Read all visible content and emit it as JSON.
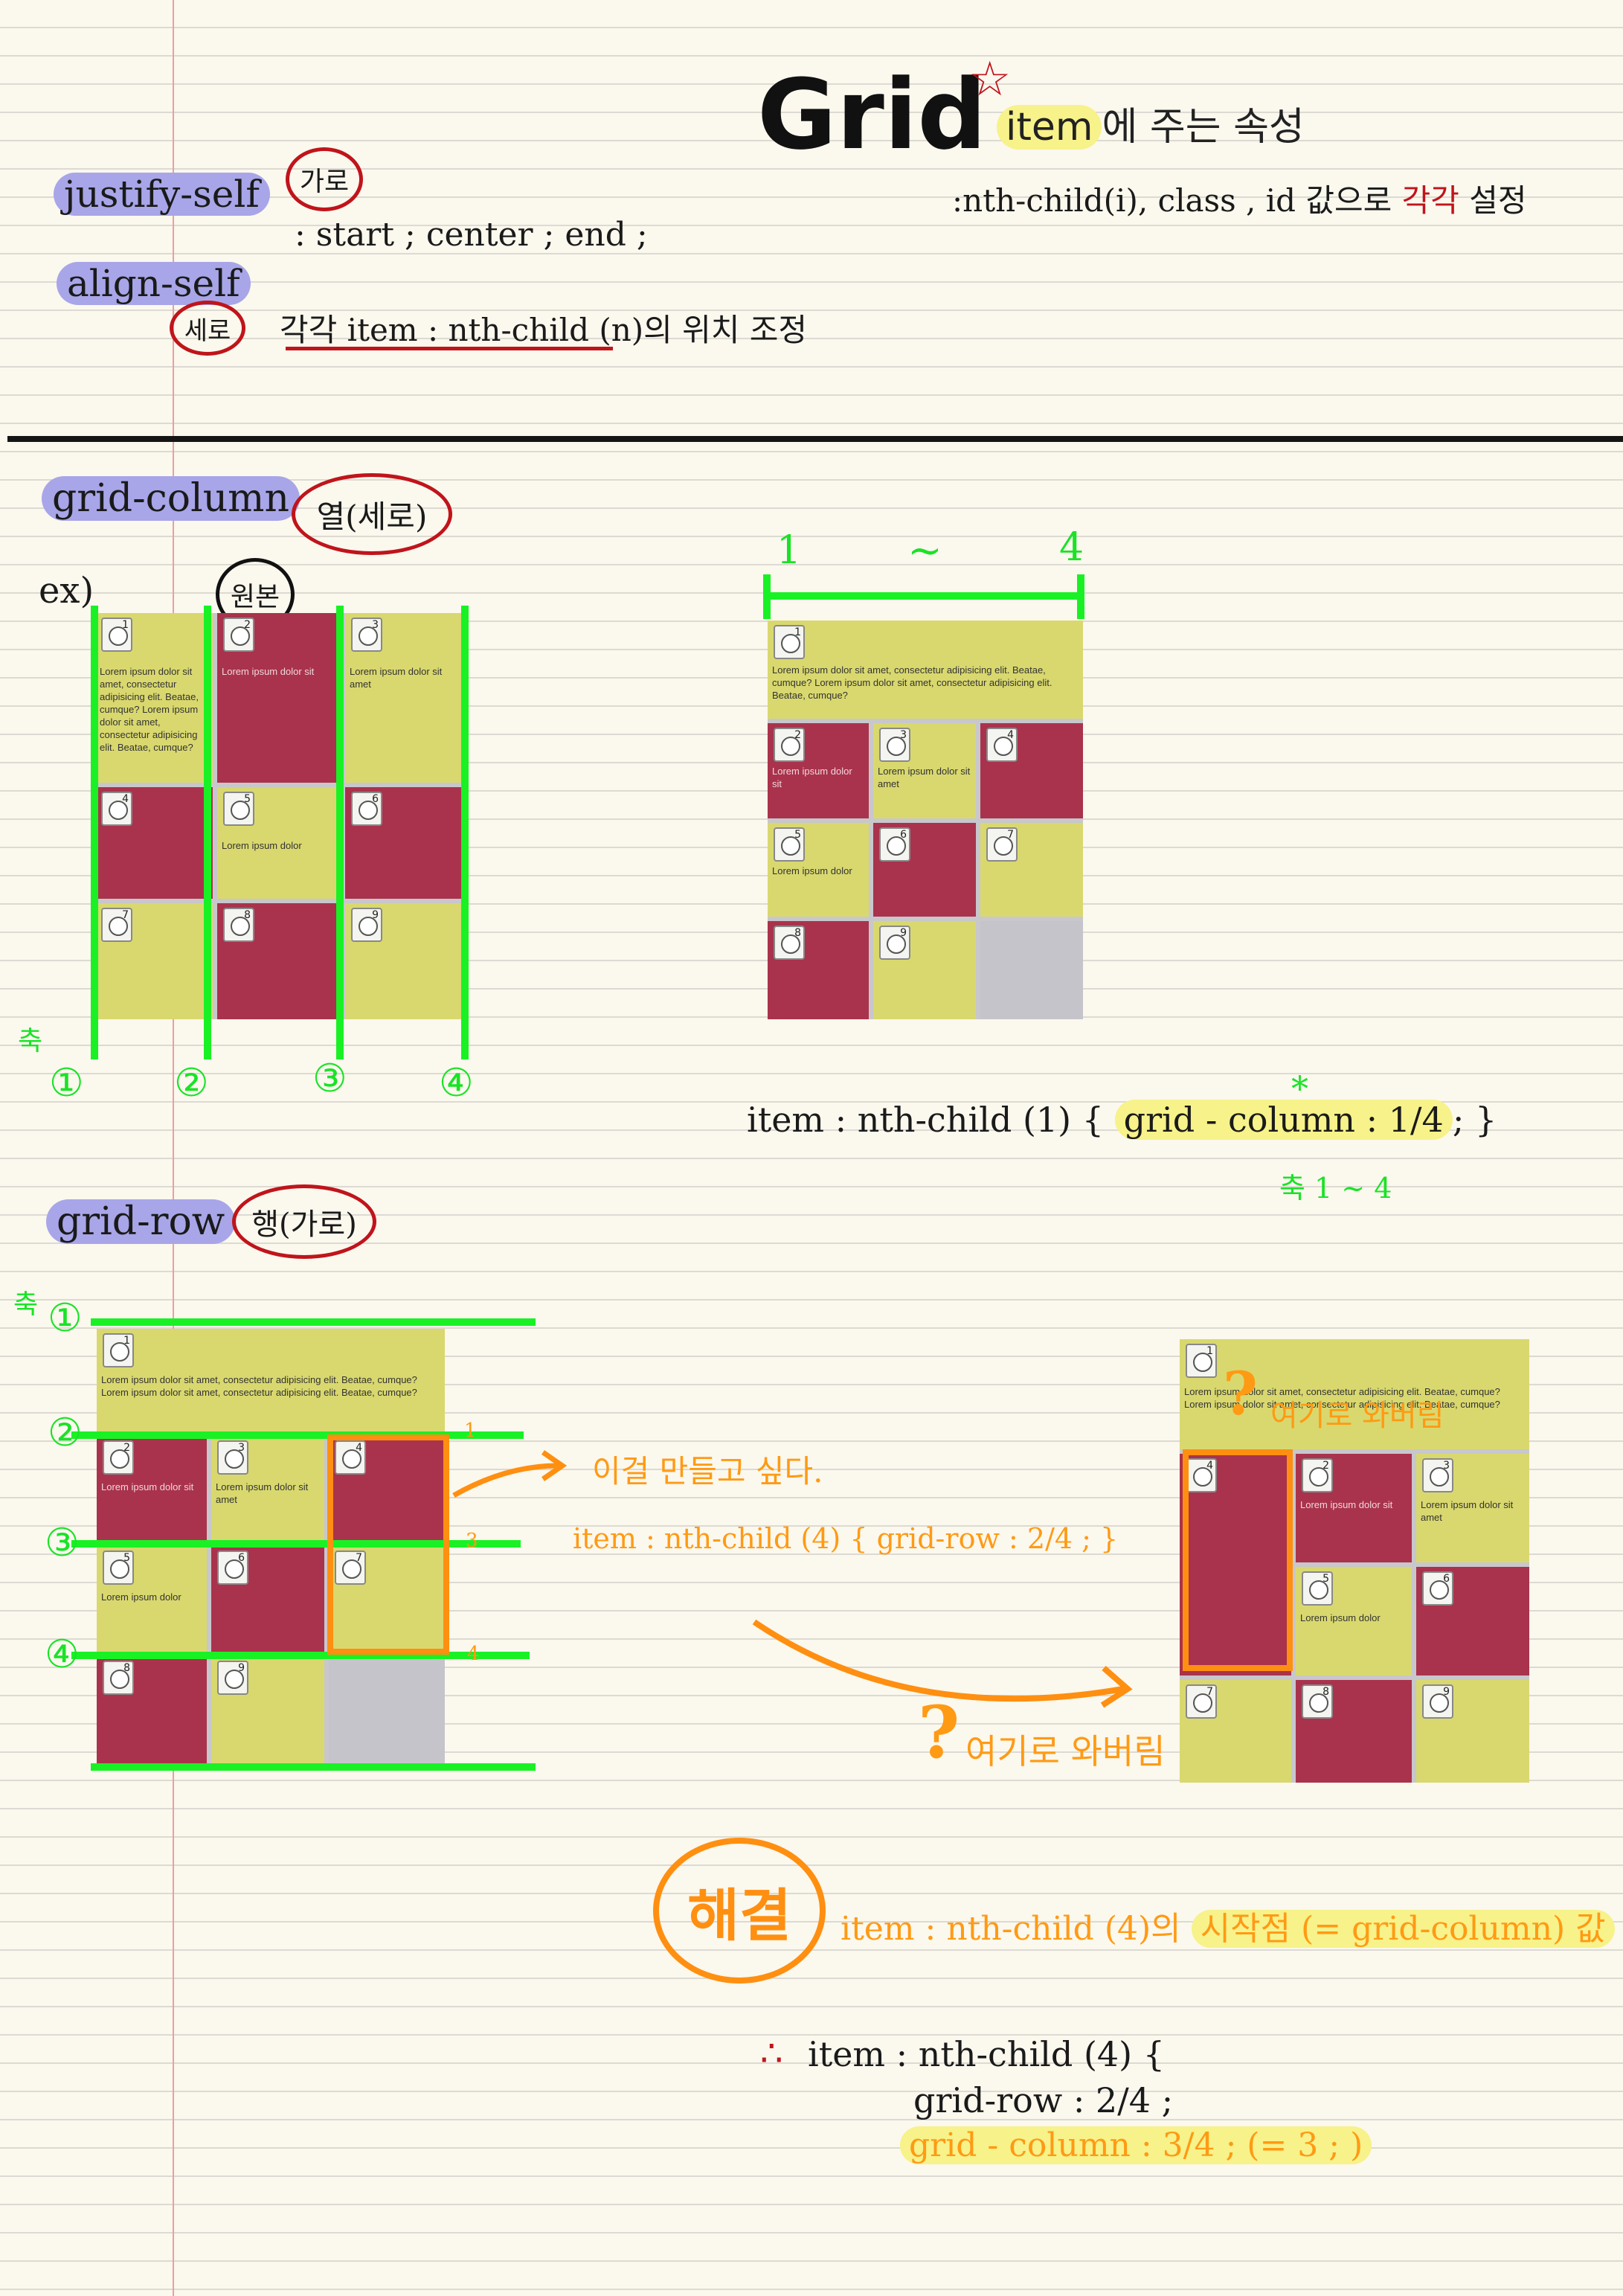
{
  "header": {
    "title": "Grid",
    "subtitle_item": "item",
    "subtitle_rest": "에 주는 속성",
    "note_nth": ":nth-child(i), class , id 값으로",
    "note_each": "각각",
    "note_set": "설정"
  },
  "self_props": {
    "justify_self": "justify-self",
    "justify_circle": "가로",
    "values": ": start ;   center ;   end ;",
    "align_self": "align-self",
    "align_circle": "세로",
    "each_item": "각각 item : nth-child (n)의 위치 조정"
  },
  "grid_column": {
    "label": "grid-column",
    "circle": "열(세로)",
    "ex": "ex)",
    "original": "원본",
    "axis": "축",
    "lines": [
      "①",
      "②",
      "③",
      "④"
    ],
    "range_start": "1",
    "range_tilde": "~",
    "range_end": "4",
    "code_prefix": "item : nth-child (1) {",
    "code_hl": "grid - column : 1/4",
    "code_suffix": "; }",
    "star": "*",
    "axis_note": "축 1 ~ 4"
  },
  "grid_row": {
    "label": "grid-row",
    "circle": "행(가로)",
    "axis": "축",
    "lines": [
      "①",
      "②",
      "③",
      "④"
    ],
    "small_nums": [
      "1",
      "3",
      "4"
    ],
    "want": "이걸 만들고 싶다.",
    "code": "item : nth-child (4) { grid-row : 2/4 ; }",
    "went_here": "여기로 와버림",
    "question": "?",
    "top_q_text": "여기로 와버림"
  },
  "solution": {
    "circle": "해결",
    "text_a": "item : nth-child (4)의",
    "text_hl": "시작점   (= grid-column) 값",
    "therefore": "∴",
    "line1": "item : nth-child (4)   {",
    "line2": "grid-row : 2/4 ;",
    "line3": "grid - column : 3/4 ;     (= 3 ; )"
  },
  "photos": {
    "lorem_long": "Lorem ipsum dolor sit amet, consectetur adipisicing elit. Beatae, cumque? Lorem ipsum dolor sit amet, consectetur adipisicing elit. Beatae, cumque?",
    "lorem_sit": "Lorem ipsum dolor sit",
    "lorem_sit_amet": "Lorem ipsum dolor sit amet",
    "lorem_dolor": "Lorem ipsum dolor",
    "n1": "1",
    "n2": "2",
    "n3": "3",
    "n4": "4",
    "n5": "5",
    "n6": "6",
    "n7": "7",
    "n8": "8",
    "n9": "9"
  },
  "colors": {
    "green": "#19f125",
    "orange": "#ff8f10",
    "red": "#c0141b",
    "blue_highlight": "#a8a6e8",
    "yellow_highlight": "#f7f28a"
  }
}
